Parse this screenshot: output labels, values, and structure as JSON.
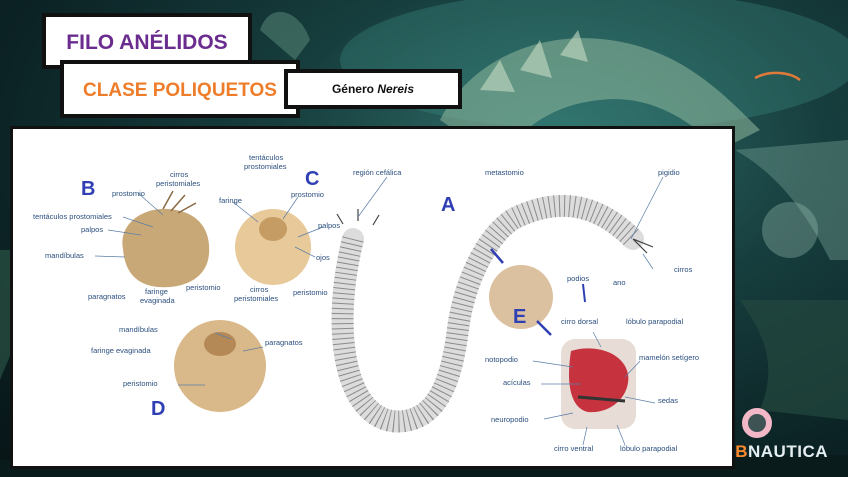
{
  "titles": {
    "filo": "FILO ANÉLIDOS",
    "clase": "CLASE POLIQUETOS",
    "genero_prefix": "Género ",
    "genero_italic": "Nereis"
  },
  "figure": {
    "letters": {
      "A": "A",
      "B": "B",
      "C": "C",
      "D": "D",
      "E": "E"
    },
    "labels": {
      "b_cirros": "cirros",
      "b_peristomiales": "peristomiales",
      "b_prostomio": "prostomio",
      "b_tentaculos": "tentáculos prostomiales",
      "b_palpos": "palpos",
      "b_mandibulas": "mandíbulas",
      "b_paragnatos": "paragnatos",
      "b_faringe": "faringe",
      "b_evaginada": "evaginada",
      "b_peristomio": "peristomio",
      "c_tentaculos": "tentáculos",
      "c_prostomiales": "prostomiales",
      "c_faringe": "faringe",
      "c_prostomio": "prostomio",
      "c_palpos": "palpos",
      "c_ojos": "ojos",
      "c_cirros": "cirros",
      "c_peristomiales": "peristomiales",
      "c_peristomio": "peristomio",
      "d_mandibulas": "mandíbulas",
      "d_paragnatos": "paragnatos",
      "d_faringe": "faringe evaginada",
      "d_peristomio": "peristomio",
      "a_region": "región cefálica",
      "a_metastomio": "metastomio",
      "a_pigidio": "pigidio",
      "a_cirros": "cirros",
      "a_ano": "ano",
      "a_podios": "podios",
      "e_cirro_dorsal": "cirro dorsal",
      "e_lobulo_top": "lóbulo parapodial",
      "e_notopodio": "notopodio",
      "e_mamelon": "mamelón setígero",
      "e_aciculas": "acículas",
      "e_sedas": "sedas",
      "e_neuropodio": "neuropodio",
      "e_cirro_ventral": "cirro ventral",
      "e_lobulo_bottom": "lóbulo parapodial"
    }
  },
  "brand": {
    "first": "B",
    "rest": "NAUTICA"
  },
  "colors": {
    "filo": "#6a2d8f",
    "clase": "#ee7d2b",
    "labels": "#2b4f7e",
    "letters": "#2f3fb4"
  }
}
